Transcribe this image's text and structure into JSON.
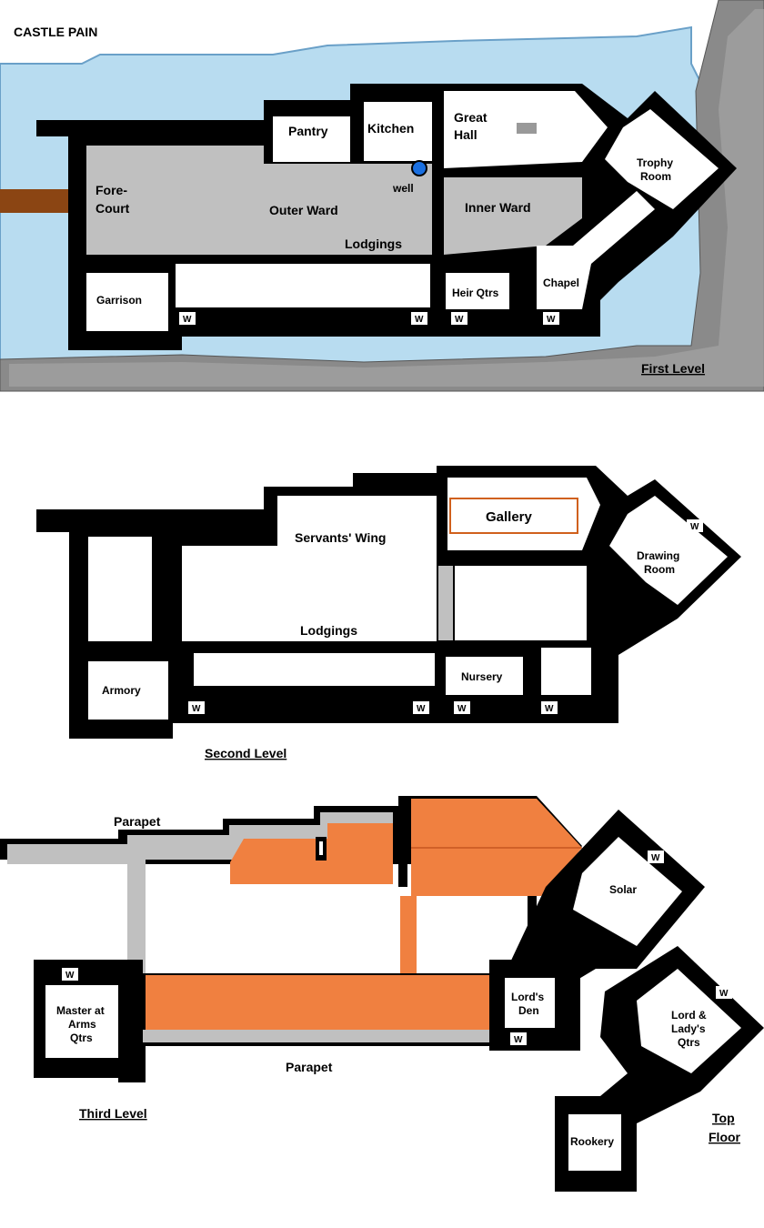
{
  "title": "CASTLE PAIN",
  "levels": {
    "first": "First Level",
    "second": "Second Level",
    "third": "Third Level",
    "top_line1": "Top",
    "top_line2": "Floor"
  },
  "rooms": {
    "first": {
      "pantry": "Pantry",
      "kitchen": "Kitchen",
      "great_hall_1": "Great",
      "great_hall_2": "Hall",
      "fore_court_1": "Fore-",
      "fore_court_2": "Court",
      "well": "well",
      "outer_ward": "Outer Ward",
      "inner_ward": "Inner Ward",
      "trophy_1": "Trophy",
      "trophy_2": "Room",
      "lodgings": "Lodgings",
      "garrison": "Garrison",
      "heir": "Heir Qtrs",
      "chapel": "Chapel"
    },
    "second": {
      "gallery": "Gallery",
      "servants": "Servants' Wing",
      "drawing_1": "Drawing",
      "drawing_2": "Room",
      "lodgings": "Lodgings",
      "armory": "Armory",
      "nursery": "Nursery"
    },
    "third": {
      "parapet_top": "Parapet",
      "parapet_bottom": "Parapet",
      "solar": "Solar",
      "master_1": "Master at",
      "master_2": "Arms",
      "master_3": "Qtrs",
      "lords_den_1": "Lord's",
      "lords_den_2": "Den"
    },
    "top": {
      "ll_1": "Lord &",
      "ll_2": "Lady's",
      "ll_3": "Qtrs",
      "rookery": "Rookery"
    }
  },
  "privy_mark": "W",
  "colors": {
    "wall": "#000000",
    "floor": "#ffffff",
    "courtyard": "#c0c0c0",
    "roof": "#f08040",
    "water": "#b8dcf0",
    "cliff": "#8a8a8a",
    "bridge": "#8b4513",
    "door": "#f4a460"
  }
}
